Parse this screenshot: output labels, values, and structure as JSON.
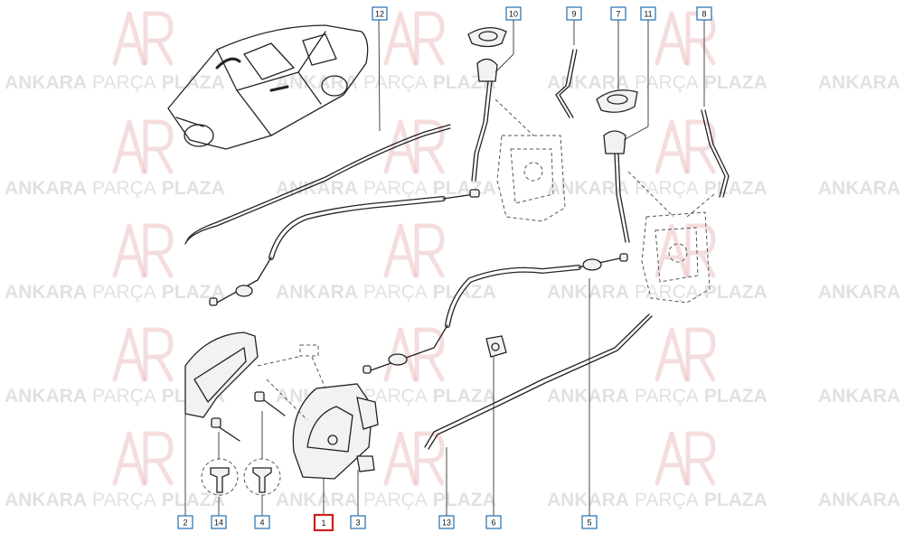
{
  "watermark": {
    "text_parts": [
      "ANKARA",
      "PARÇA",
      "PLAZA"
    ],
    "logo": "ap-logo-icon"
  },
  "callouts": [
    {
      "id": "c1",
      "label": "1",
      "highlight": true
    },
    {
      "id": "c2",
      "label": "2"
    },
    {
      "id": "c3",
      "label": "3"
    },
    {
      "id": "c4",
      "label": "4"
    },
    {
      "id": "c5",
      "label": "5"
    },
    {
      "id": "c6",
      "label": "6"
    },
    {
      "id": "c7",
      "label": "7"
    },
    {
      "id": "c8",
      "label": "8"
    },
    {
      "id": "c9",
      "label": "9"
    },
    {
      "id": "c10",
      "label": "10"
    },
    {
      "id": "c11",
      "label": "11"
    },
    {
      "id": "c12",
      "label": "12"
    },
    {
      "id": "c13",
      "label": "13"
    },
    {
      "id": "c14",
      "label": "14"
    }
  ],
  "colors": {
    "callout_border": "#1e6fb0",
    "callout_highlight": "#d01e1e",
    "watermark_text": "#c9c9c9",
    "watermark_logo": "#e8b3b3"
  }
}
